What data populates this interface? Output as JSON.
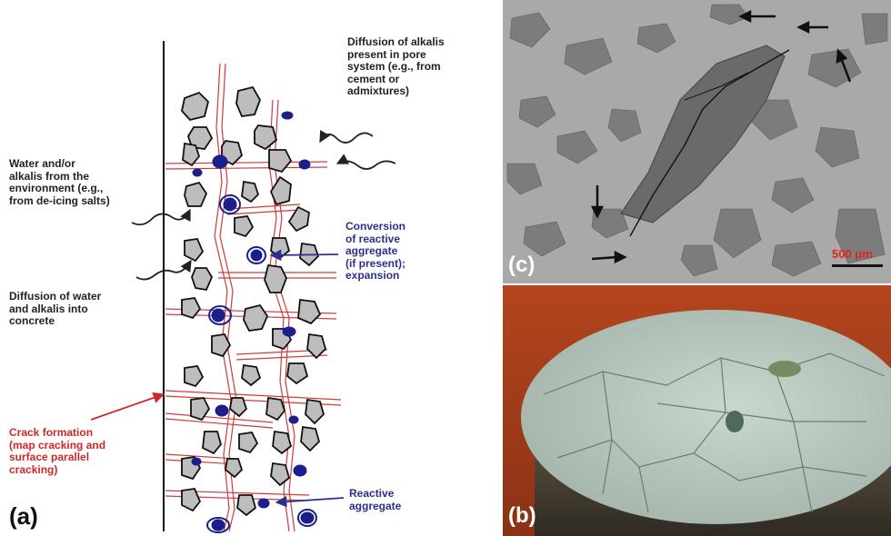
{
  "panel_a": {
    "letter": "(a)",
    "labels": {
      "pore_diffusion": "Diffusion of alkalis\npresent in pore\nsystem (e.g., from\ncement or\nadmixtures)",
      "environment": "Water and/or\nalkalis from the\nenvironment (e.g.,\nfrom de-icing salts)",
      "conversion": "Conversion\nof reactive\naggregate\n(if present);\nexpansion",
      "diffusion_water": "Diffusion of water\nand alkalis into\nconcrete",
      "crack_formation": "Crack formation\n(map cracking and\nsurface parallel\ncracking)",
      "reactive_aggregate": "Reactive\naggregate"
    }
  },
  "panel_c": {
    "letter": "(c)",
    "scale_bar": "500 μm"
  },
  "panel_b": {
    "letter": "(b)"
  },
  "colors": {
    "aggregate_fill": "#bdbdbd",
    "reactive_fill": "#1c1e8c",
    "crack": "#d03a3a",
    "label_dark": "#222222",
    "label_blue": "#2b2f8f",
    "label_red": "#d02828"
  }
}
